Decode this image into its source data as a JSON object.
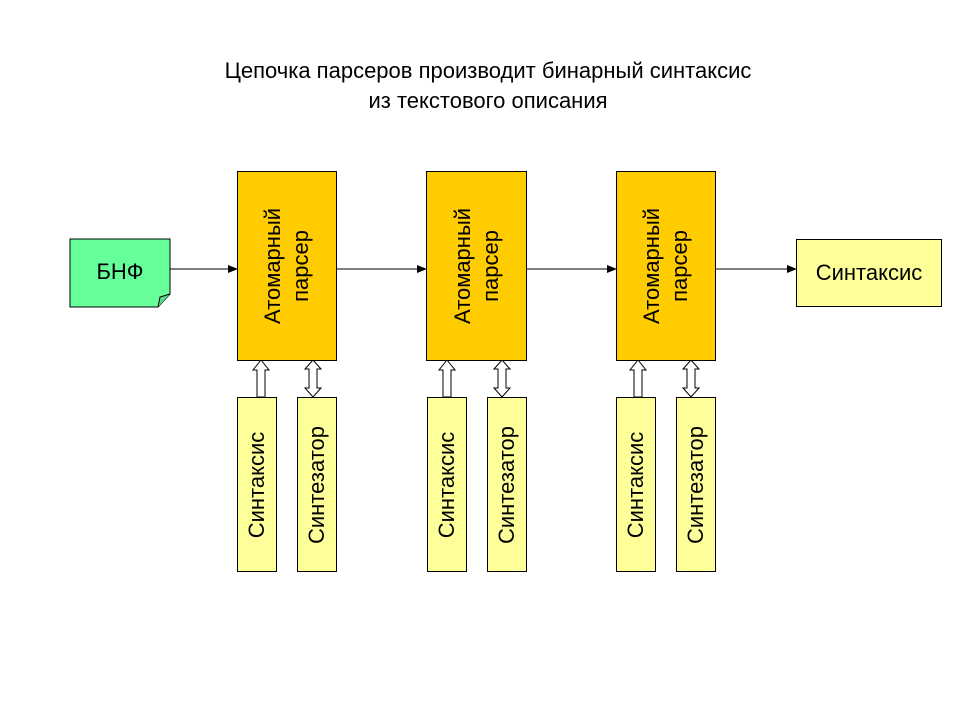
{
  "title": {
    "line1": "Цепочка парсеров производит бинарный синтаксис",
    "line2": "из текстового описания"
  },
  "input": {
    "label": "БНФ",
    "color": "#66ff99"
  },
  "parsers": [
    {
      "line1": "Атомарный",
      "line2": "парсер",
      "syntax": "Синтаксис",
      "synth": "Синтезатор"
    },
    {
      "line1": "Атомарный",
      "line2": "парсер",
      "syntax": "Синтаксис",
      "synth": "Синтезатор"
    },
    {
      "line1": "Атомарный",
      "line2": "парсер",
      "syntax": "Синтаксис",
      "synth": "Синтезатор"
    }
  ],
  "output": {
    "label": "Синтаксис"
  },
  "colors": {
    "parser": "#ffcc00",
    "pale": "#ffff99",
    "document": "#66ff99"
  }
}
